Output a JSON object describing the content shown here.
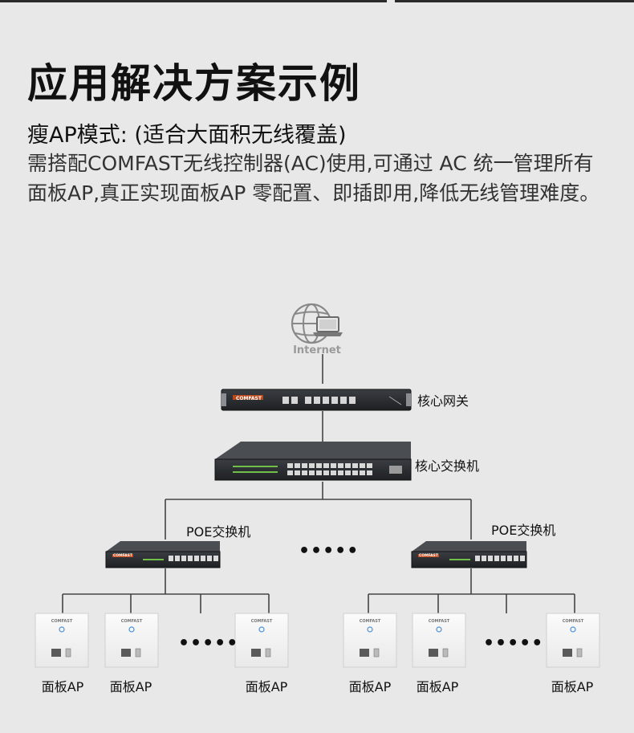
{
  "title": "应用解决方案示例",
  "mode": "瘦AP模式: (适合大面积无线覆盖)",
  "description": "需搭配COMFAST无线控制器(AC)使用,可通过 AC 统一管理所有面板AP,真正实现面板AP 零配置、即插即用,降低无线管理难度。",
  "internet": {
    "label": "Internet",
    "icon": "globe-laptop-icon"
  },
  "gateway": {
    "label": "核心网关",
    "brand": "COMFAST"
  },
  "core_switch": {
    "label": "核心交换机"
  },
  "poe_left": {
    "label": "POE交换机",
    "brand": "COMFAST"
  },
  "poe_right": {
    "label": "POE交换机",
    "brand": "COMFAST"
  },
  "ellipsis": "•••••",
  "panel_brand": "COMFAST",
  "aps_left": [
    "面板AP",
    "面板AP",
    "面板AP"
  ],
  "aps_right": [
    "面板AP",
    "面板AP",
    "面板AP"
  ],
  "colors": {
    "background": "#e8e8e8",
    "text": "#111111",
    "device": "#2b2d31",
    "accent": "#c94a1a",
    "link": "#444444"
  }
}
